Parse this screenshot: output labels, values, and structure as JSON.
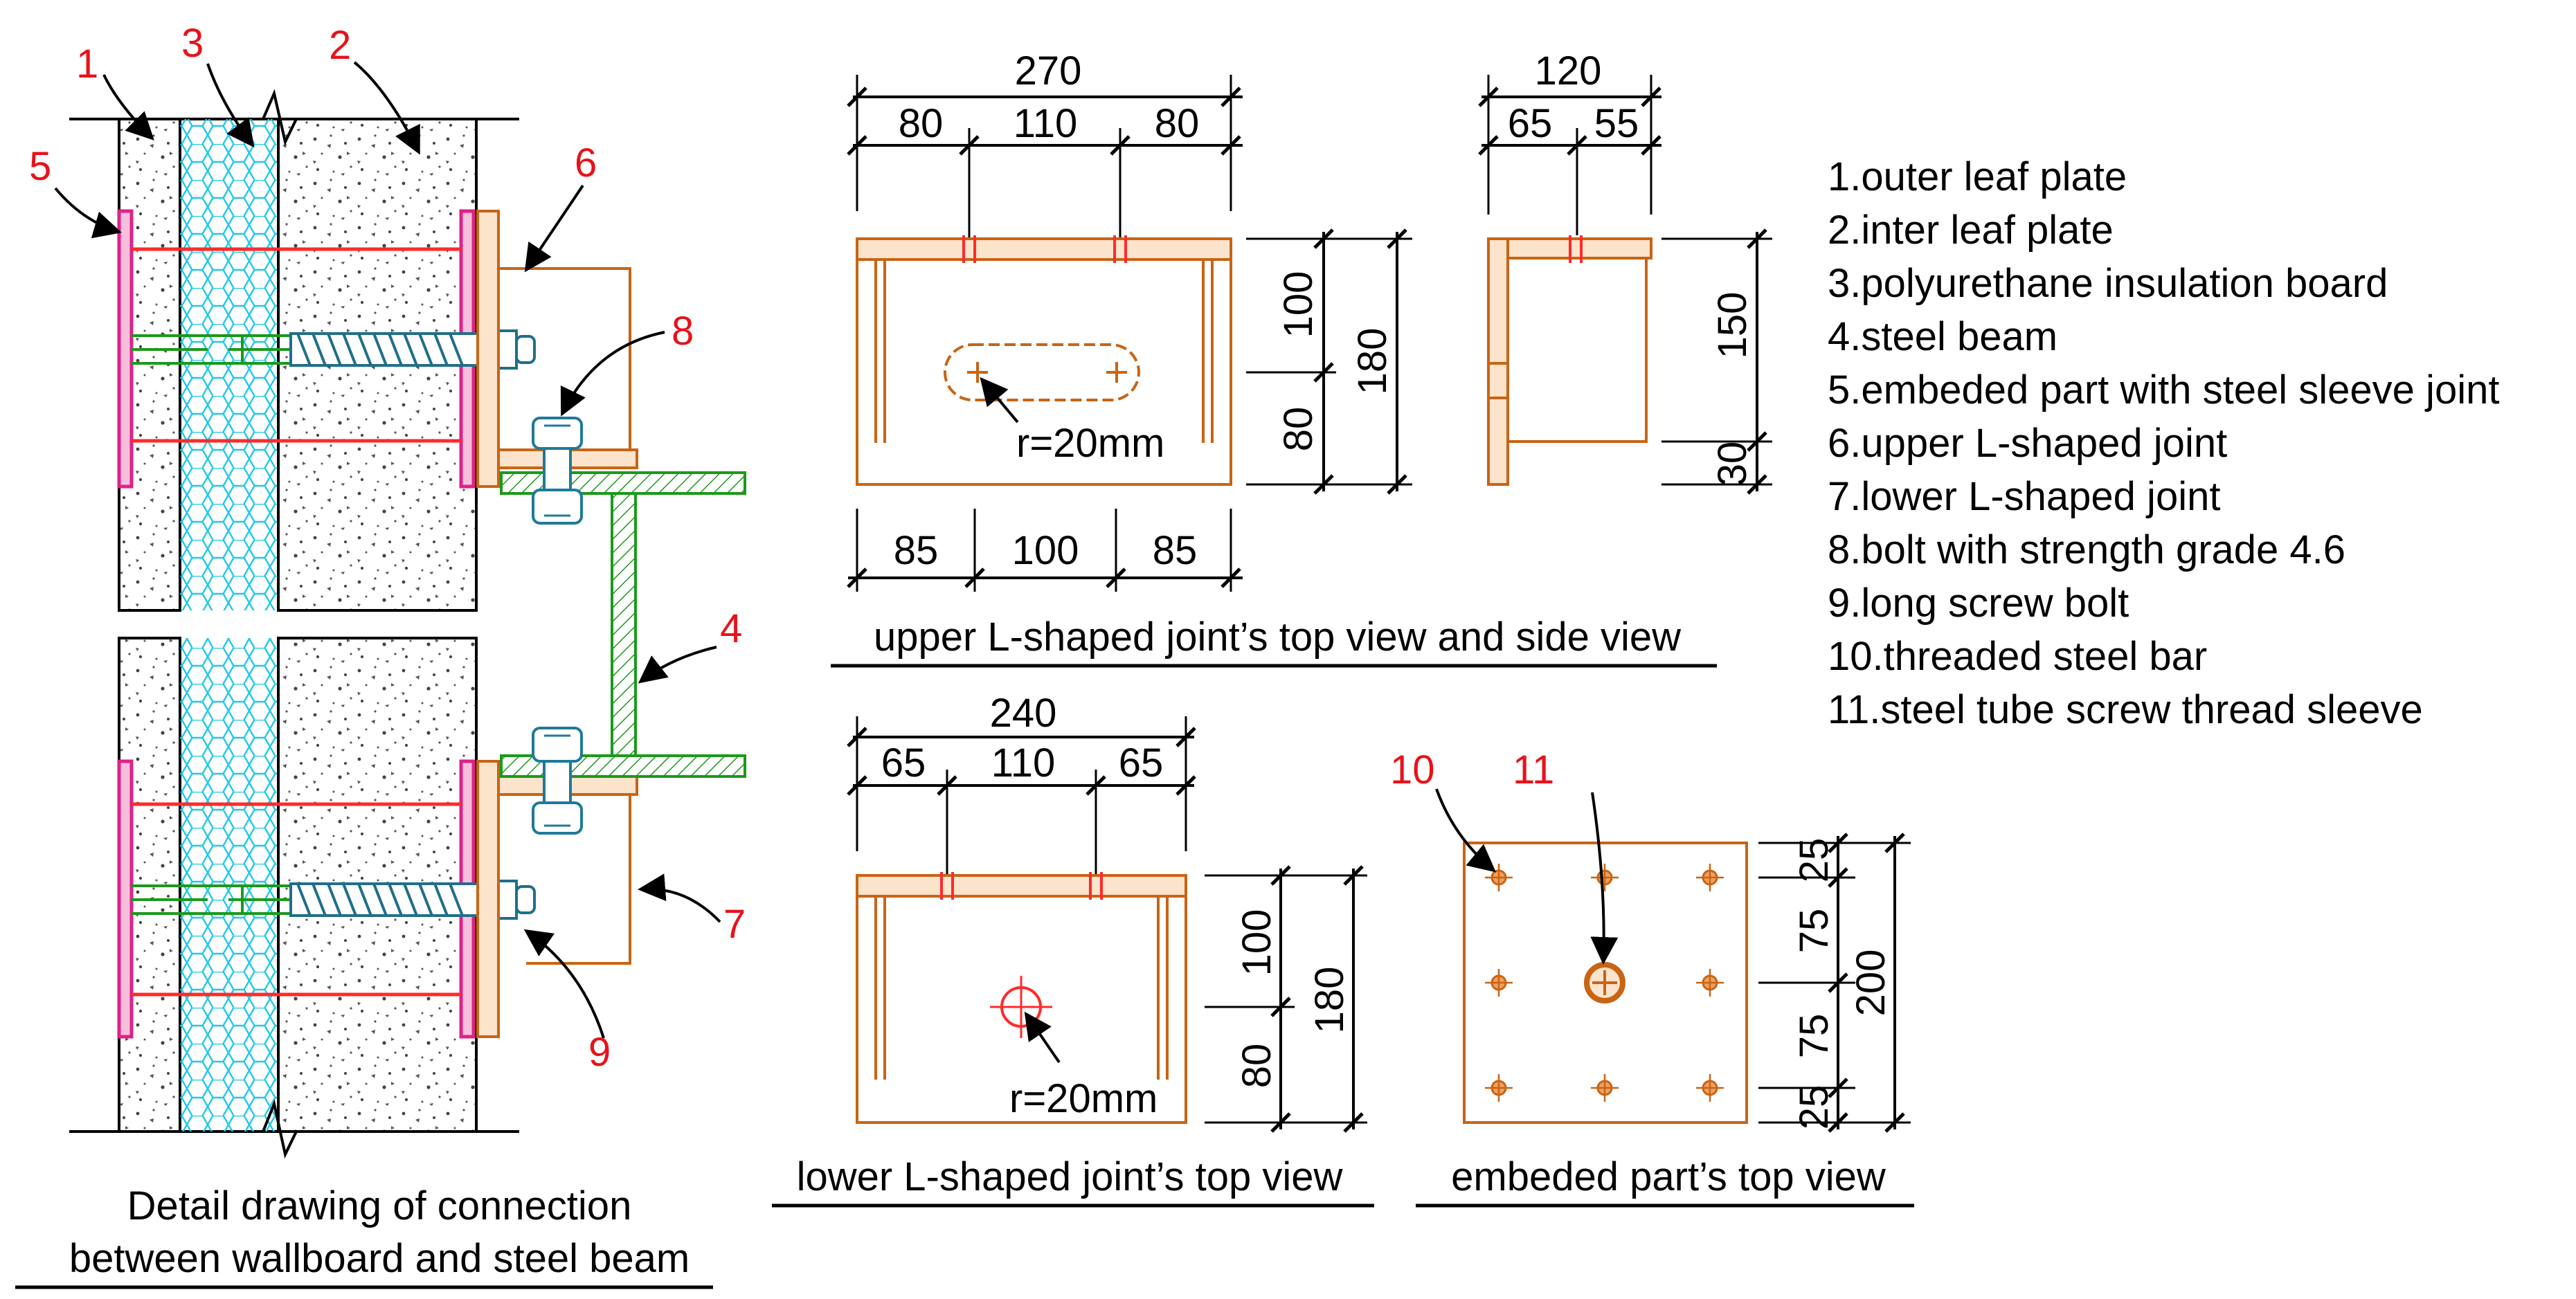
{
  "colors": {
    "leaf_outline": "#000000",
    "insulation": "#22c8e6",
    "embedded_plate": "#e0208a",
    "sleeve_bar": "#ff2a2a",
    "steel_beam": "#1a9a1a",
    "joint": "#c86414",
    "bolt": "#1f7a9a",
    "callout_text": "#e8121a",
    "screw_bolt": "#1f6f8a"
  },
  "callouts": [
    "1",
    "2",
    "3",
    "4",
    "5",
    "6",
    "7",
    "8",
    "9",
    "10",
    "11"
  ],
  "captions": {
    "detail_line1": "Detail drawing of connection",
    "detail_line2": "between wallboard and steel beam",
    "upper_views": "upper L-shaped joint’s top view and side view",
    "lower_view": "lower L-shaped joint’s top view",
    "embedded_view": "embeded part’s top view"
  },
  "legend": [
    "1.outer leaf plate",
    "2.inter leaf plate",
    "3.polyurethane insulation board",
    "4.steel beam",
    "5.embeded part with steel sleeve joint",
    "6.upper L-shaped joint",
    "7.lower L-shaped joint",
    "8.bolt with strength grade 4.6",
    "9.long screw bolt",
    "10.threaded steel bar",
    "11.steel tube screw thread sleeve"
  ],
  "upper_top_view": {
    "overall_width": "270",
    "width_parts": [
      "80",
      "110",
      "80"
    ],
    "bottom_parts": [
      "85",
      "100",
      "85"
    ],
    "right_parts": [
      "100",
      "80"
    ],
    "overall_depth": "180",
    "radius_note": "r=20mm"
  },
  "upper_side_view": {
    "overall_width": "120",
    "width_parts": [
      "65",
      "55"
    ],
    "height_parts": [
      "150",
      "30"
    ]
  },
  "lower_top_view": {
    "overall_width": "240",
    "width_parts": [
      "65",
      "110",
      "65"
    ],
    "right_parts": [
      "100",
      "80"
    ],
    "overall_depth": "180",
    "radius_note": "r=20mm"
  },
  "embedded_top_view": {
    "right_parts": [
      "25",
      "75",
      "75",
      "25"
    ],
    "overall": "200"
  }
}
